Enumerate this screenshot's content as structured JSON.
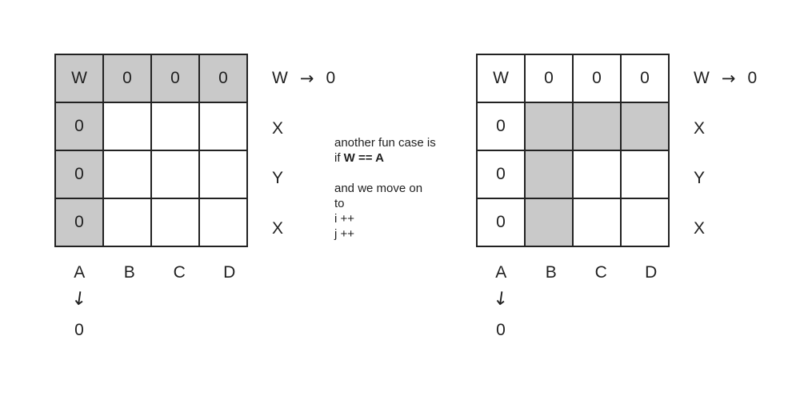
{
  "colors": {
    "background": "#ffffff",
    "shaded_cell": "#c9c9c9",
    "grid_border": "#222222",
    "text": "#1f1f1f"
  },
  "left_diagram": {
    "cells": [
      [
        "W",
        "0",
        "0",
        "0"
      ],
      [
        "0",
        "",
        "",
        ""
      ],
      [
        "0",
        "",
        "",
        ""
      ],
      [
        "0",
        "",
        "",
        ""
      ]
    ],
    "shaded": [
      [
        true,
        true,
        true,
        true
      ],
      [
        true,
        false,
        false,
        false
      ],
      [
        true,
        false,
        false,
        false
      ],
      [
        true,
        false,
        false,
        false
      ]
    ],
    "row_labels": [
      "W",
      "X",
      "Y",
      "X"
    ],
    "map_arrow": "→",
    "map_value": "0",
    "col_labels": [
      "A",
      "B",
      "C",
      "D"
    ],
    "col_map_arrow": "↓",
    "col_map_value": "0"
  },
  "right_diagram": {
    "cells": [
      [
        "W",
        "0",
        "0",
        "0"
      ],
      [
        "0",
        "",
        "",
        ""
      ],
      [
        "0",
        "",
        "",
        ""
      ],
      [
        "0",
        "",
        "",
        ""
      ]
    ],
    "shaded": [
      [
        false,
        false,
        false,
        false
      ],
      [
        false,
        true,
        true,
        true
      ],
      [
        false,
        true,
        false,
        false
      ],
      [
        false,
        true,
        false,
        false
      ]
    ],
    "row_labels": [
      "W",
      "X",
      "Y",
      "X"
    ],
    "map_arrow": "→",
    "map_value": "0",
    "col_labels": [
      "A",
      "B",
      "C",
      "D"
    ],
    "col_map_arrow": "↓",
    "col_map_value": "0"
  },
  "note": {
    "line1": "another fun case is",
    "line2_prefix": "if ",
    "line2_bold": "W == A",
    "para2_line1": "and we move on",
    "para2_line2": "to",
    "para2_line3": "i ++",
    "para2_line4": "j ++"
  }
}
